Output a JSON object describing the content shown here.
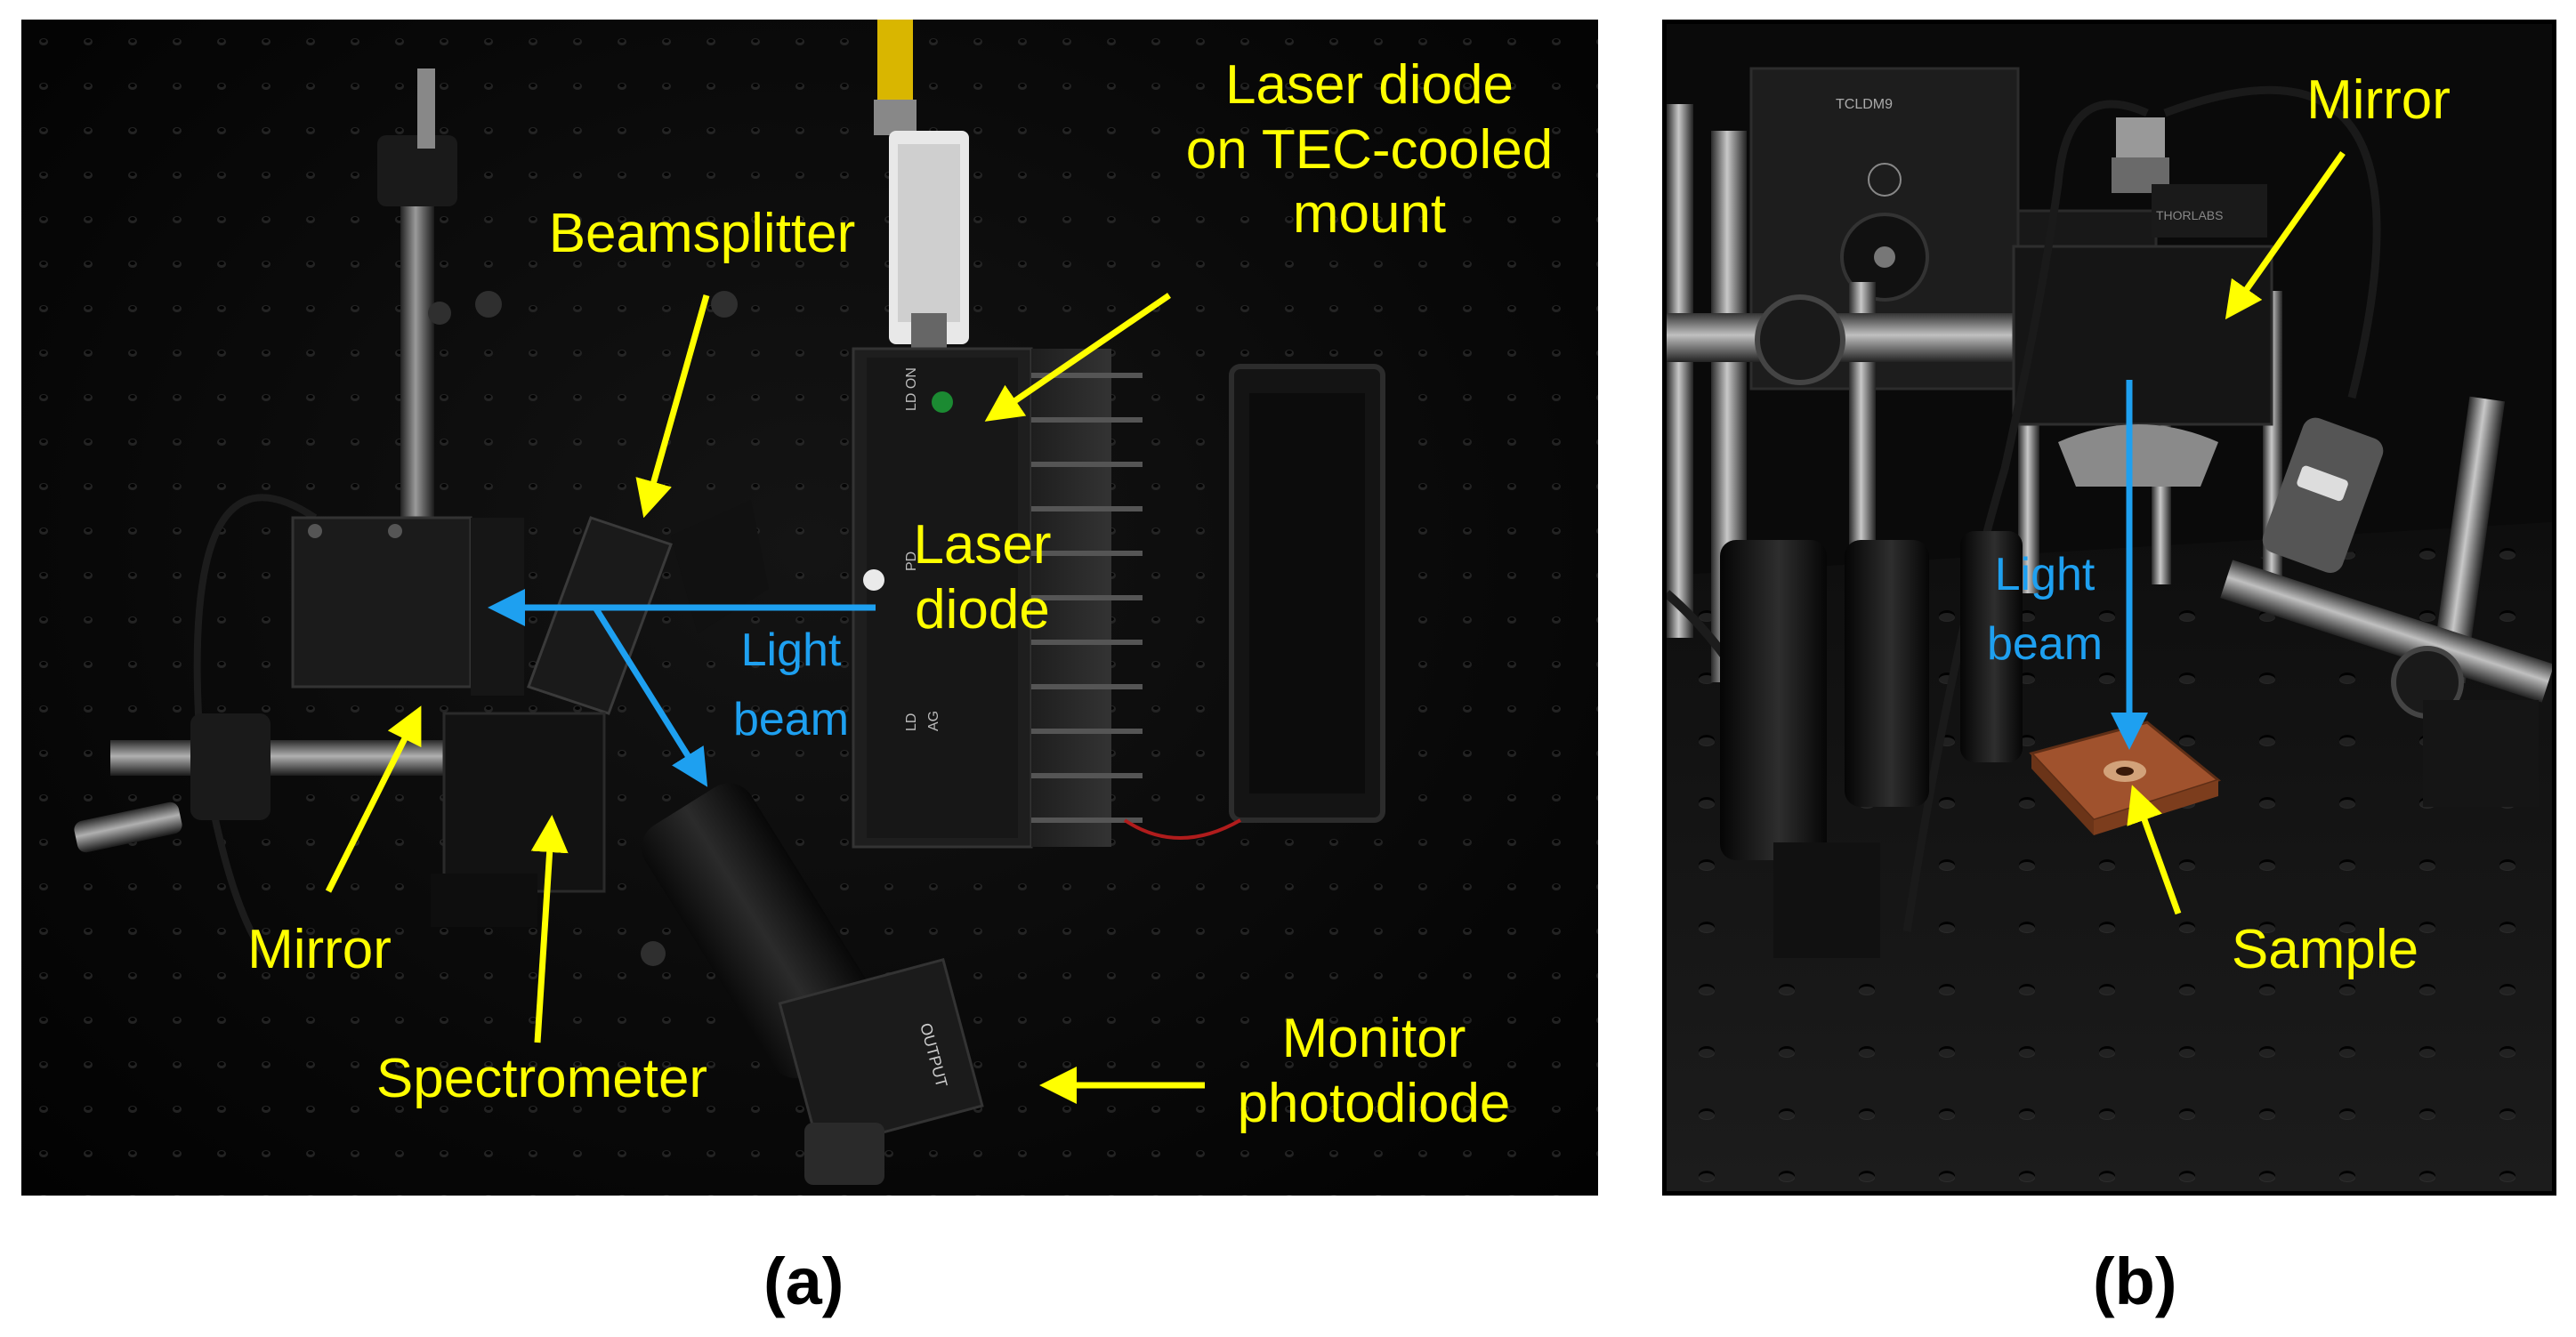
{
  "panel_a": {
    "caption": "(a)",
    "labels": {
      "laser_diode_mount": [
        "Laser diode",
        "on TEC-cooled",
        "mount"
      ],
      "beamsplitter": "Beamsplitter",
      "laser_diode": [
        "Laser",
        "diode"
      ],
      "light_beam": [
        "Light",
        "beam"
      ],
      "mirror": "Mirror",
      "spectrometer": "Spectrometer",
      "monitor_photodiode": [
        "Monitor",
        "photodiode"
      ]
    },
    "device_text": {
      "ld_on": "LD ON",
      "pd": "PD",
      "ld": "LD",
      "ag": "AG",
      "output": "OUTPUT"
    }
  },
  "panel_b": {
    "caption": "(b)",
    "labels": {
      "mirror": "Mirror",
      "light_beam": [
        "Light",
        "beam"
      ],
      "sample": "Sample"
    },
    "device_text": {
      "tcldm9": "TCLDM9",
      "thorlabs": "THORLABS"
    }
  },
  "colors": {
    "label_yellow": "#ffff00",
    "beam_blue": "#1ea0f0",
    "background": "#ffffff",
    "breadboard": "#0a0a0a",
    "sample_copper": "#a0522d"
  }
}
